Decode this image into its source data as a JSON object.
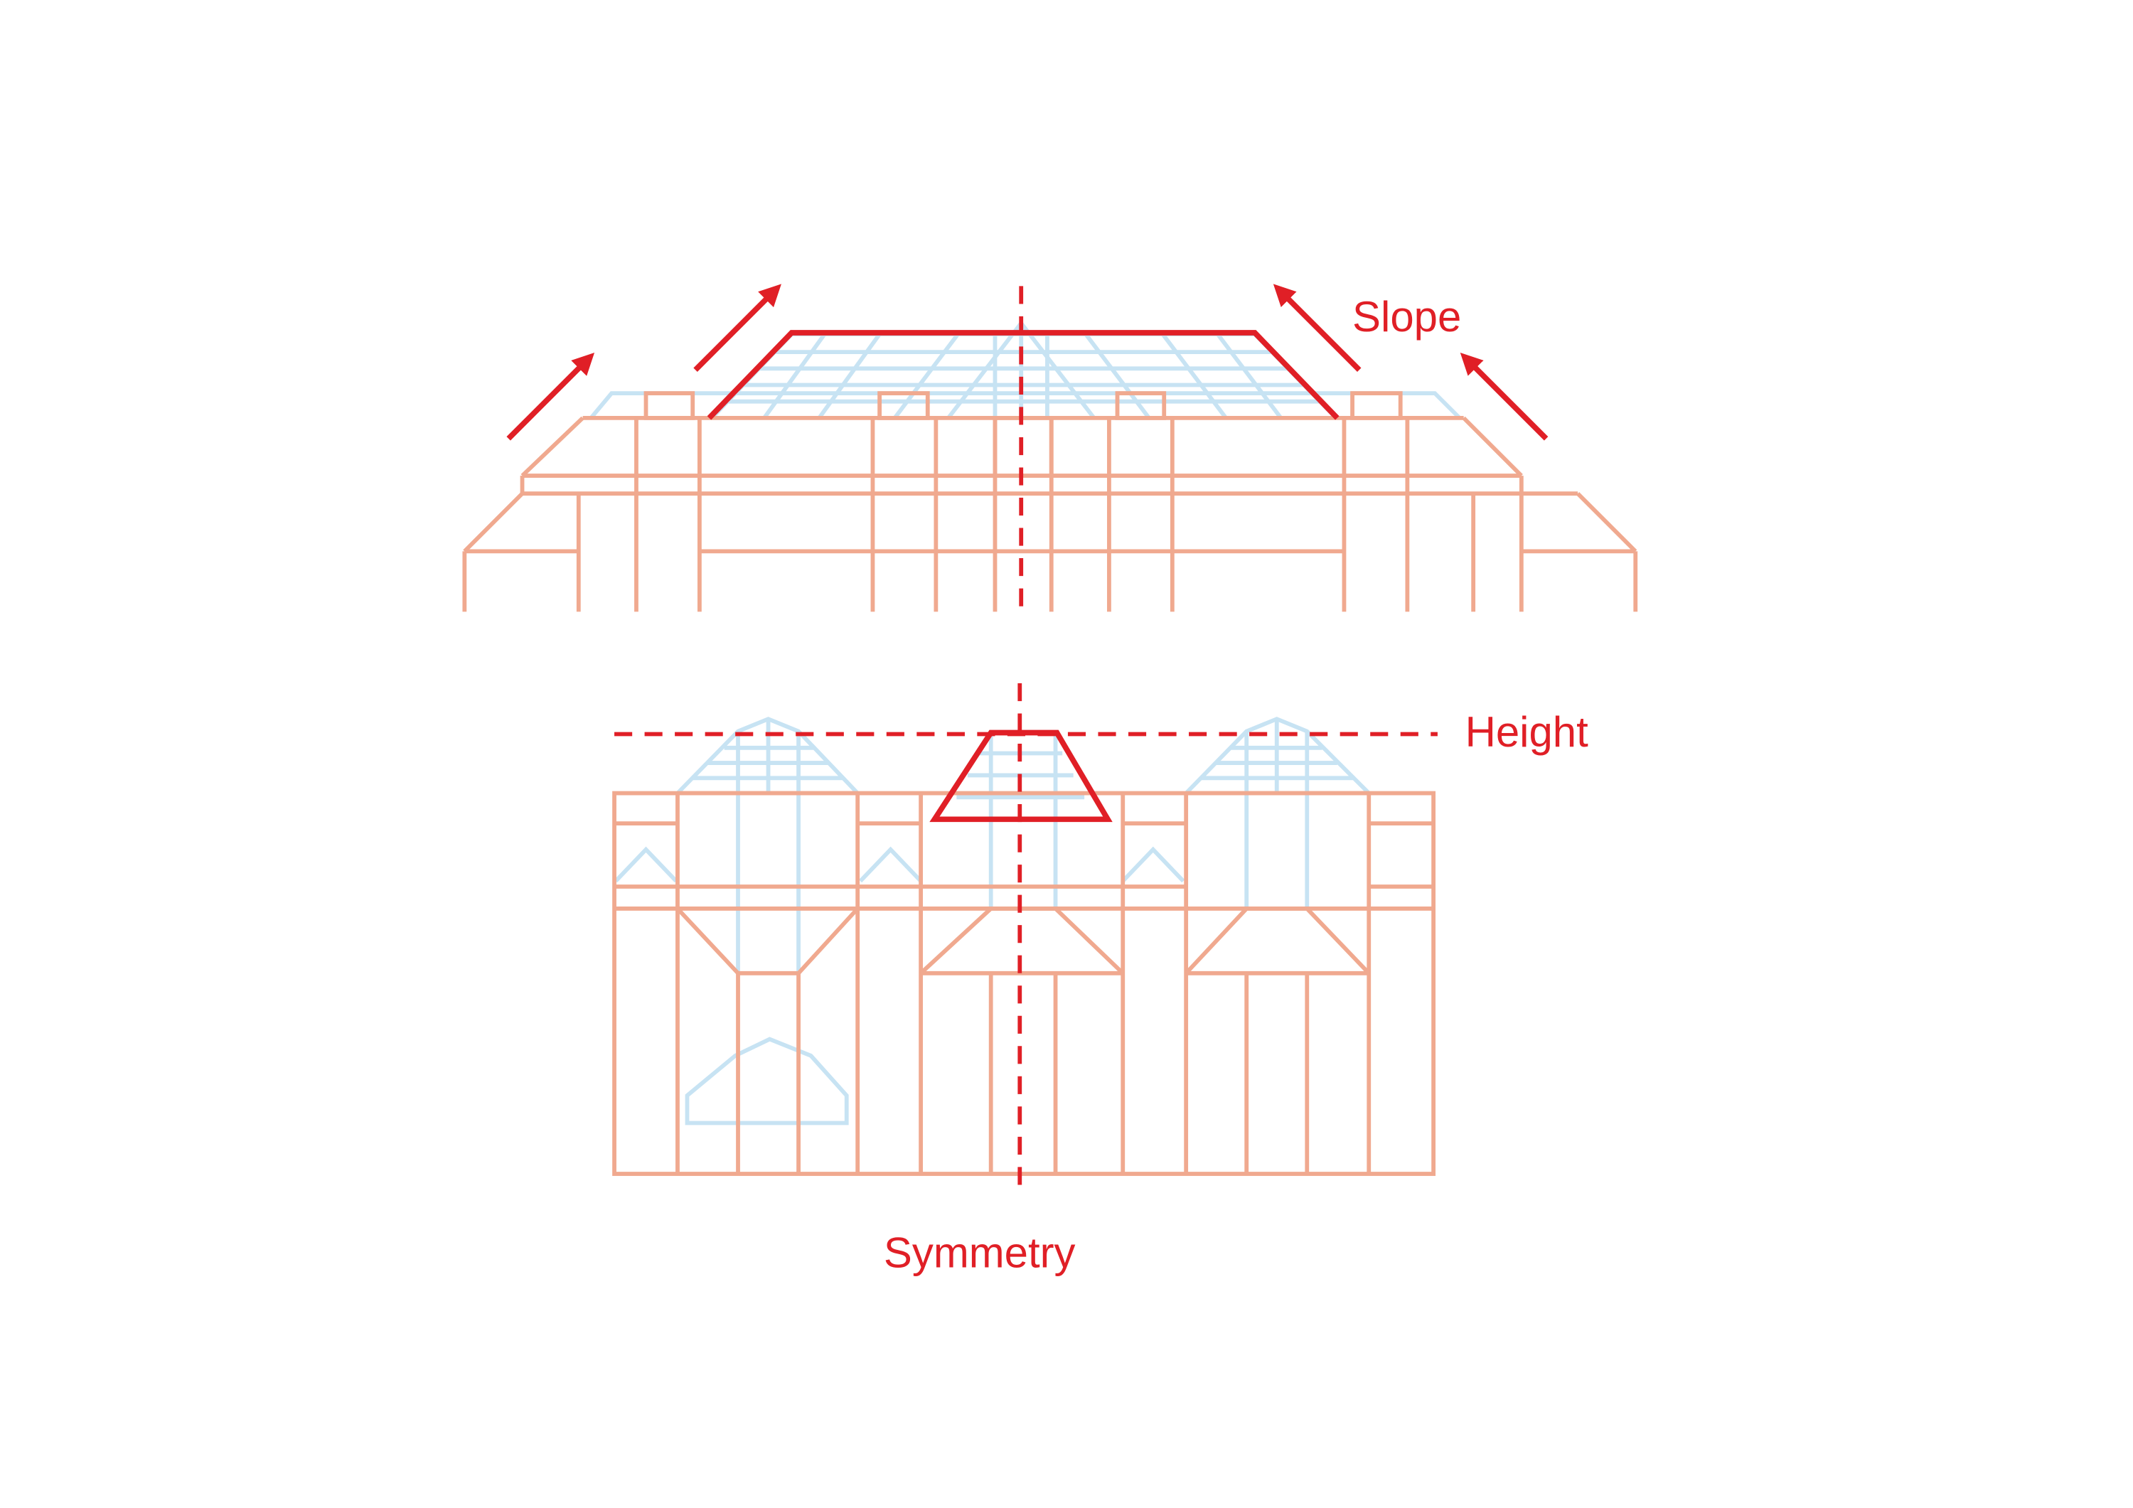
{
  "labels": {
    "slope": "Slope",
    "height": "Height",
    "symmetry": "Symmetry"
  },
  "colors": {
    "accent": "#e01f26",
    "building": "#f0a98f",
    "glass": "#c7e3f3",
    "background": "#ffffff"
  }
}
